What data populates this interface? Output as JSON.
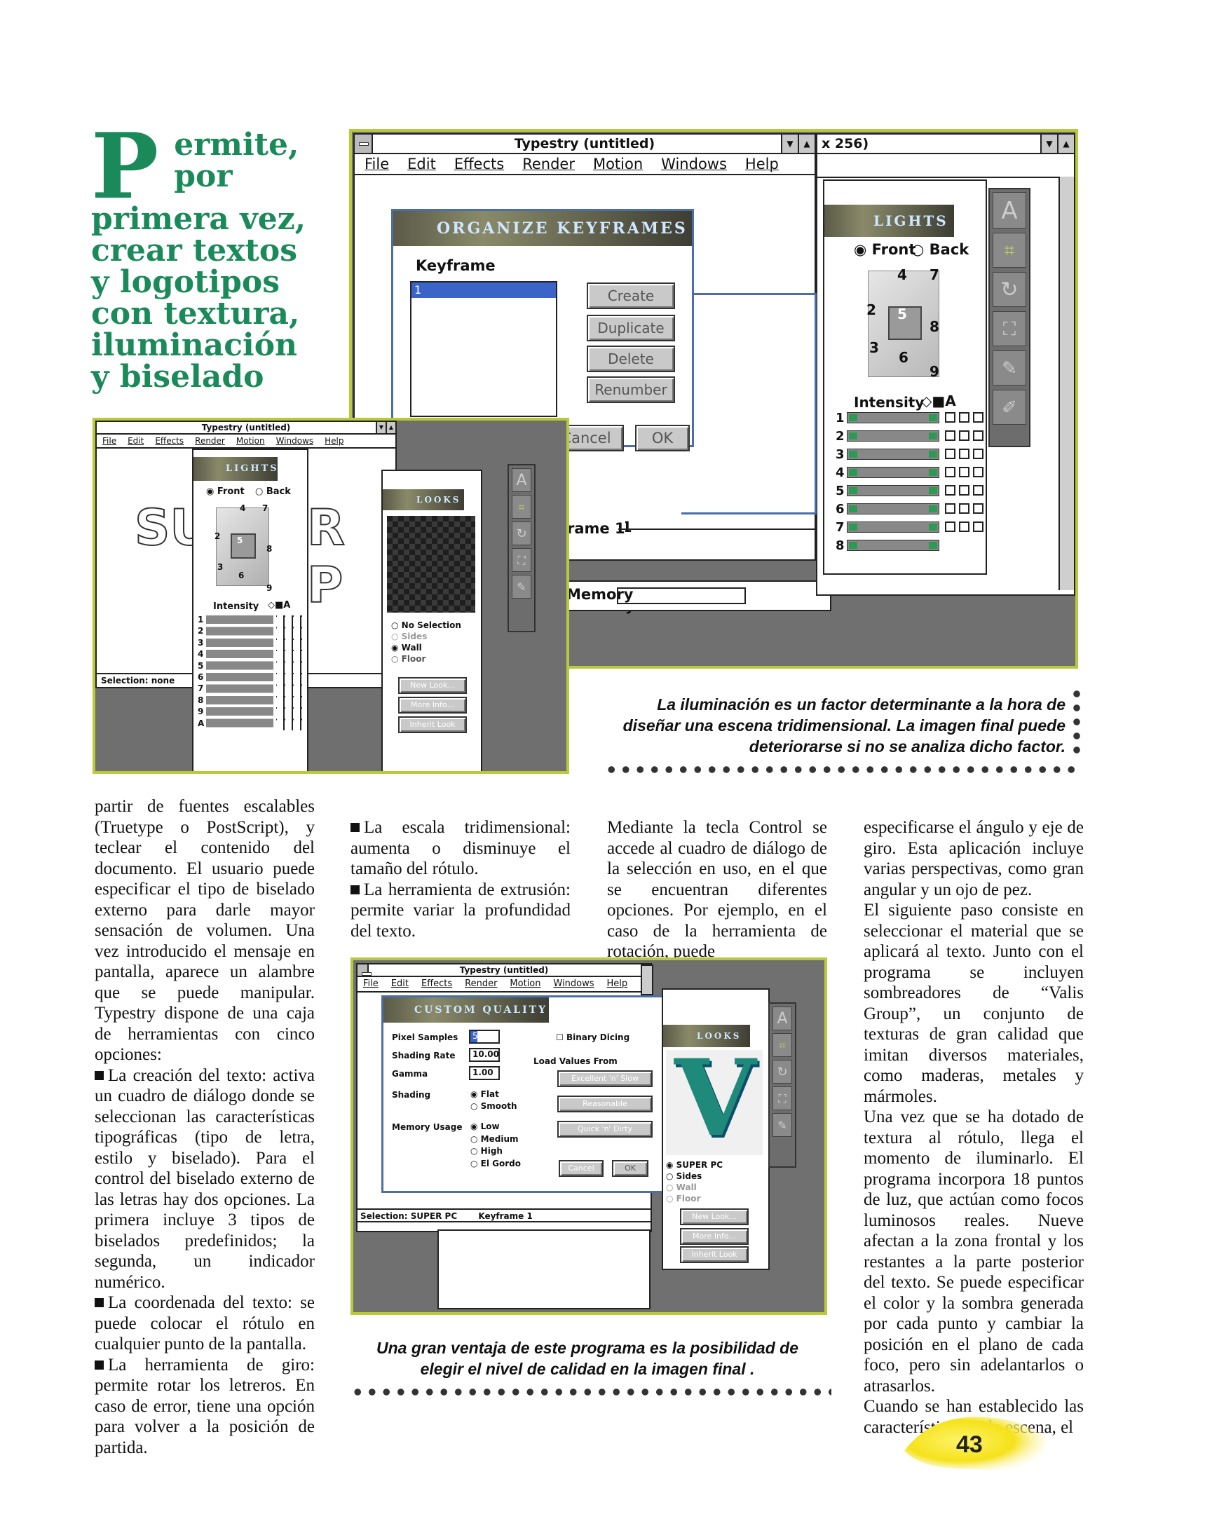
{
  "headline": {
    "dropcap": "P",
    "text_lines": [
      "ermite,",
      "por",
      "primera vez,",
      "crear textos",
      "y logotipos",
      "con textura,",
      "iluminación",
      "y biselado"
    ]
  },
  "screenshot1": {
    "main_title": "Typestry (untitled)",
    "menu": [
      "File",
      "Edit",
      "Effects",
      "Render",
      "Motion",
      "Windows",
      "Help"
    ],
    "second_title": "x 256)",
    "organize": {
      "banner": "ORGANIZE KEYFRAMES",
      "keyframe_label": "Keyframe",
      "list_item": "1",
      "buttons": [
        "Create",
        "Duplicate",
        "Delete",
        "Renumber"
      ],
      "cancel": "Cancel",
      "ok": "OK"
    },
    "frame_text": "Frame 1",
    "memory_text": "Memory",
    "lights": {
      "banner": "LIGHTS",
      "front": "Front",
      "back": "Back",
      "numbers": [
        "4",
        "7",
        "2",
        "5",
        "8",
        "3",
        "6",
        "9"
      ],
      "intensity": "Intensity",
      "rows": [
        "1",
        "2",
        "3",
        "4",
        "5",
        "6",
        "7",
        "8"
      ]
    },
    "tool_icons": [
      "text-tool-icon",
      "move-tool-icon",
      "rotate-tool-icon",
      "scale-tool-icon",
      "extrude-tool-icon",
      "bevel-tool-icon"
    ],
    "tool_letter": "A"
  },
  "inset1": {
    "title": "Typestry (untitled)",
    "menu": [
      "File",
      "Edit",
      "Effects",
      "Render",
      "Motion",
      "Windows",
      "Help"
    ],
    "banner": "LIGHTS",
    "front": "Front",
    "back": "Back",
    "numbers": [
      "4",
      "7",
      "2",
      "5",
      "8",
      "3",
      "6",
      "9"
    ],
    "intensity": "Intensity",
    "rows": [
      "1",
      "2",
      "3",
      "4",
      "5",
      "6",
      "7",
      "8",
      "9",
      "A"
    ],
    "super_left": "SU",
    "super_right": "R P",
    "selection": "Selection: none",
    "looks": {
      "banner": "LOOKS",
      "options": [
        "No Selection",
        "Sides",
        "Wall",
        "Floor"
      ],
      "buttons": [
        "New Look...",
        "More Info...",
        "Inherit Look"
      ]
    }
  },
  "caption1": "La iluminación es un factor determinante a la hora de diseñar una escena tridimensional. La imagen final puede deteriorarse si no se analiza dicho factor.",
  "col1": [
    "partir de fuentes escalables (Truetype o PostScript), y teclear el contenido del documento. El usuario puede especificar el tipo de biselado externo para darle mayor sensación de volumen. Una vez introducido el mensaje en pantalla, aparece un alambre que se puede manipular. Typestry dispone de una caja de herramientas con cinco opciones:",
    "La creación del texto: activa un cuadro de diálogo donde se seleccionan las características tipográficas (tipo de letra, estilo y biselado). Para el control del biselado externo de las letras hay dos opciones. La primera incluye 3 tipos de biselados predefinidos; la segunda, un indicador numérico.",
    "La coordenada del texto: se puede colocar el rótulo en cualquier punto de la pantalla.",
    "La herramienta de giro: permite rotar los letreros. En caso de error, tiene una opción para volver a la posición de partida."
  ],
  "col2": [
    "La escala tridimensional: aumenta o disminuye el tamaño del rótulo.",
    "La herramienta de extrusión: permite variar la profundidad del texto."
  ],
  "col3": [
    "Mediante la tecla Control se accede al cuadro de diálogo de la selección en uso, en el que se encuentran diferentes opciones. Por ejemplo, en el caso de la herramienta de rotación, puede"
  ],
  "col4": [
    "especificarse el ángulo y eje de giro. Esta aplicación incluye varias perspectivas, como gran angular y un ojo de pez.",
    "El siguiente paso consiste en seleccionar el material que se aplicará al texto. Junto con el programa se incluyen sombreadores de “Valis Group”, un conjunto de texturas de gran calidad que imitan diversos materiales, como maderas, metales y mármoles.",
    "Una vez que se ha dotado de textura al rótulo, llega el momento de iluminarlo. El programa incorpora 18 puntos de luz, que actúan como focos luminosos reales. Nueve afectan a la zona frontal y los restantes a la parte posterior del texto. Se puede especificar el color y la sombra generada por cada punto y cambiar la posición en el plano de cada foco, pero sin adelantarlos o atrasarlos.",
    "Cuando se han establecido las características de la escena, el"
  ],
  "screenshot2": {
    "title": "Typestry (untitled)",
    "menu": [
      "File",
      "Edit",
      "Effects",
      "Render",
      "Motion",
      "Windows",
      "Help"
    ],
    "banner": "CUSTOM QUALITY",
    "pixel_samples_label": "Pixel Samples",
    "pixel_samples_value": "5",
    "shading_rate_label": "Shading Rate",
    "shading_rate_value": "10.00",
    "gamma_label": "Gamma",
    "gamma_value": "1.00",
    "shading_label": "Shading",
    "shading_options": [
      "Flat",
      "Smooth"
    ],
    "memory_label": "Memory Usage",
    "memory_options": [
      "Low",
      "Medium",
      "High",
      "El Gordo"
    ],
    "binary_dicing": "Binary Dicing",
    "load_values": "Load Values From",
    "presets": [
      "Excellent 'n' Slow",
      "Reasonable",
      "Quick 'n' Dirty"
    ],
    "cancel": "Cancel",
    "ok": "OK",
    "status": "Selection: SUPER PC",
    "status_keyframe": "Keyframe 1",
    "looks": {
      "banner": "LOOKS",
      "letter": "V",
      "options": [
        "SUPER PC",
        "Sides",
        "Wall",
        "Floor"
      ],
      "buttons": [
        "New Look...",
        "More Info...",
        "Inherit Look"
      ]
    }
  },
  "caption2": "Una gran ventaja de este programa es la posibilidad de elegir el nivel de calidad en la imagen final .",
  "page_number": "43",
  "colors": {
    "headline": "#1b8a5a",
    "frame": "#b8c93a",
    "dialog_border": "#4a6ea8",
    "page_tab": "#f5e21a"
  }
}
